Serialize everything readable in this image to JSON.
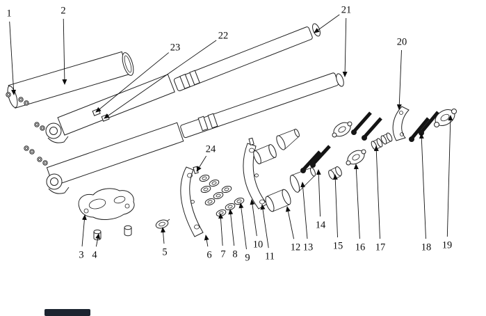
{
  "figure": {
    "background": "#ffffff",
    "line_color": "#1f1f1f",
    "bolt_color": "#141414",
    "watermark_color": "#1c2430",
    "label_font_size": 14.5
  },
  "callouts": [
    {
      "id": "1",
      "label": [
        13,
        19
      ],
      "targets": [
        [
          20,
          136
        ]
      ]
    },
    {
      "id": "2",
      "label": [
        91,
        15
      ],
      "targets": [
        [
          93,
          121
        ]
      ]
    },
    {
      "id": "3",
      "label": [
        117,
        366
      ],
      "targets": [
        [
          122,
          309
        ]
      ]
    },
    {
      "id": "4",
      "label": [
        136,
        366
      ],
      "targets": [
        [
          142,
          336
        ]
      ]
    },
    {
      "id": "5",
      "label": [
        237,
        362
      ],
      "targets": [
        [
          234,
          327
        ]
      ]
    },
    {
      "id": "6",
      "label": [
        301,
        366
      ],
      "targets": [
        [
          296,
          338
        ]
      ]
    },
    {
      "id": "7",
      "label": [
        321,
        365
      ],
      "targets": [
        [
          317,
          307
        ]
      ]
    },
    {
      "id": "8",
      "label": [
        338,
        365
      ],
      "targets": [
        [
          331,
          301
        ]
      ]
    },
    {
      "id": "9",
      "label": [
        356,
        370
      ],
      "targets": [
        [
          346,
          292
        ]
      ]
    },
    {
      "id": "10",
      "label": [
        371,
        351
      ],
      "targets": [
        [
          362,
          287
        ]
      ]
    },
    {
      "id": "11",
      "label": [
        388,
        368
      ],
      "targets": [
        [
          377,
          294
        ]
      ]
    },
    {
      "id": "12",
      "label": [
        425,
        355
      ],
      "targets": [
        [
          413,
          297
        ]
      ]
    },
    {
      "id": "13",
      "label": [
        443,
        355
      ],
      "targets": [
        [
          435,
          262
        ]
      ]
    },
    {
      "id": "14",
      "label": [
        461,
        323
      ],
      "targets": [
        [
          458,
          244
        ]
      ]
    },
    {
      "id": "15",
      "label": [
        486,
        353
      ],
      "targets": [
        [
          482,
          251
        ]
      ]
    },
    {
      "id": "16",
      "label": [
        518,
        355
      ],
      "targets": [
        [
          512,
          236
        ]
      ]
    },
    {
      "id": "17",
      "label": [
        547,
        355
      ],
      "targets": [
        [
          541,
          210
        ]
      ]
    },
    {
      "id": "18",
      "label": [
        613,
        355
      ],
      "targets": [
        [
          606,
          192
        ]
      ]
    },
    {
      "id": "19",
      "label": [
        643,
        352
      ],
      "targets": [
        [
          648,
          166
        ]
      ]
    },
    {
      "id": "20",
      "label": [
        578,
        60
      ],
      "targets": [
        [
          574,
          157
        ]
      ]
    },
    {
      "id": "21",
      "label": [
        498,
        14
      ],
      "targets": [
        [
          452,
          47
        ],
        [
          496,
          110
        ]
      ]
    },
    {
      "id": "22",
      "label": [
        321,
        51
      ],
      "targets": [
        [
          150,
          170
        ]
      ]
    },
    {
      "id": "23",
      "label": [
        252,
        68
      ],
      "targets": [
        [
          138,
          161
        ]
      ]
    },
    {
      "id": "24",
      "label": [
        303,
        214
      ],
      "targets": [
        [
          283,
          246
        ]
      ]
    }
  ]
}
